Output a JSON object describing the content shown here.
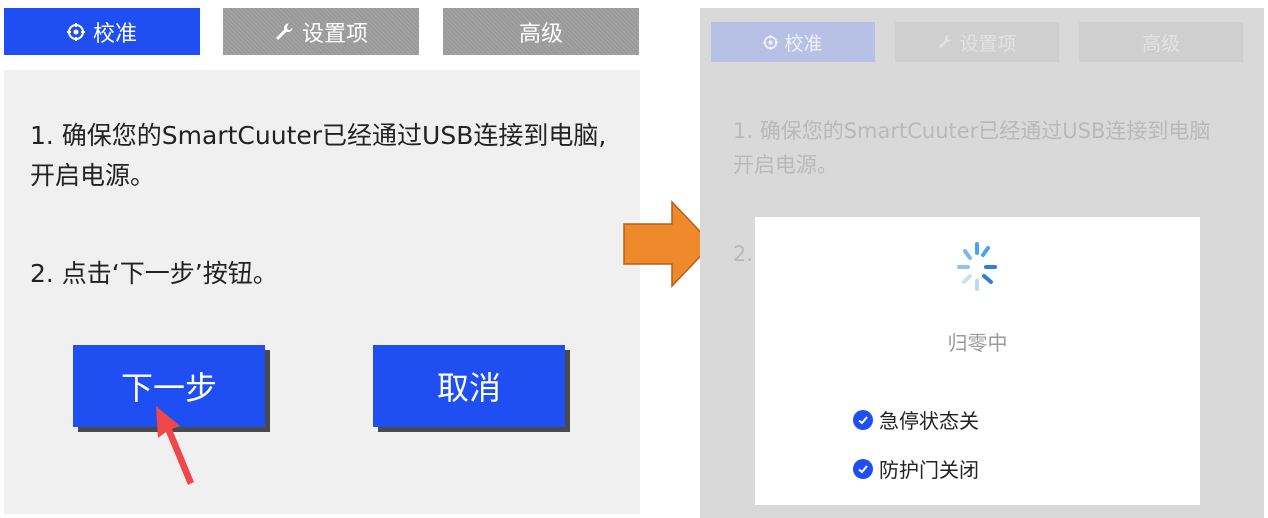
{
  "left": {
    "tabs": [
      {
        "label": "校准",
        "icon": "crosshair-icon",
        "active": true
      },
      {
        "label": "设置项",
        "icon": "wrench-icon",
        "active": false
      },
      {
        "label": "高级",
        "icon": "",
        "active": false
      }
    ],
    "step1_line1": "1. 确保您的SmartCuuter已经通过USB连接到电脑,",
    "step1_line2": "开启电源。",
    "step2": "2. 点击‘下一步’按钮。",
    "next_button": "下一步",
    "cancel_button": "取消"
  },
  "right": {
    "tabs": [
      {
        "label": "校准",
        "icon": "crosshair-icon"
      },
      {
        "label": "设置项",
        "icon": "wrench-icon"
      },
      {
        "label": "高级",
        "icon": ""
      }
    ],
    "step1_line1": "1. 确保您的SmartCuuter已经通过USB连接到电脑",
    "step1_line2": "开启电源。",
    "step2_fragment": "2.",
    "modal": {
      "status": "归零中",
      "checks": [
        {
          "label": "急停状态关",
          "checked": true
        },
        {
          "label": "防护门关闭",
          "checked": true
        }
      ]
    }
  },
  "colors": {
    "accent": "#1f4ef2",
    "arrow": "#ee8a2c",
    "cursor_arrow": "#f0474b"
  }
}
